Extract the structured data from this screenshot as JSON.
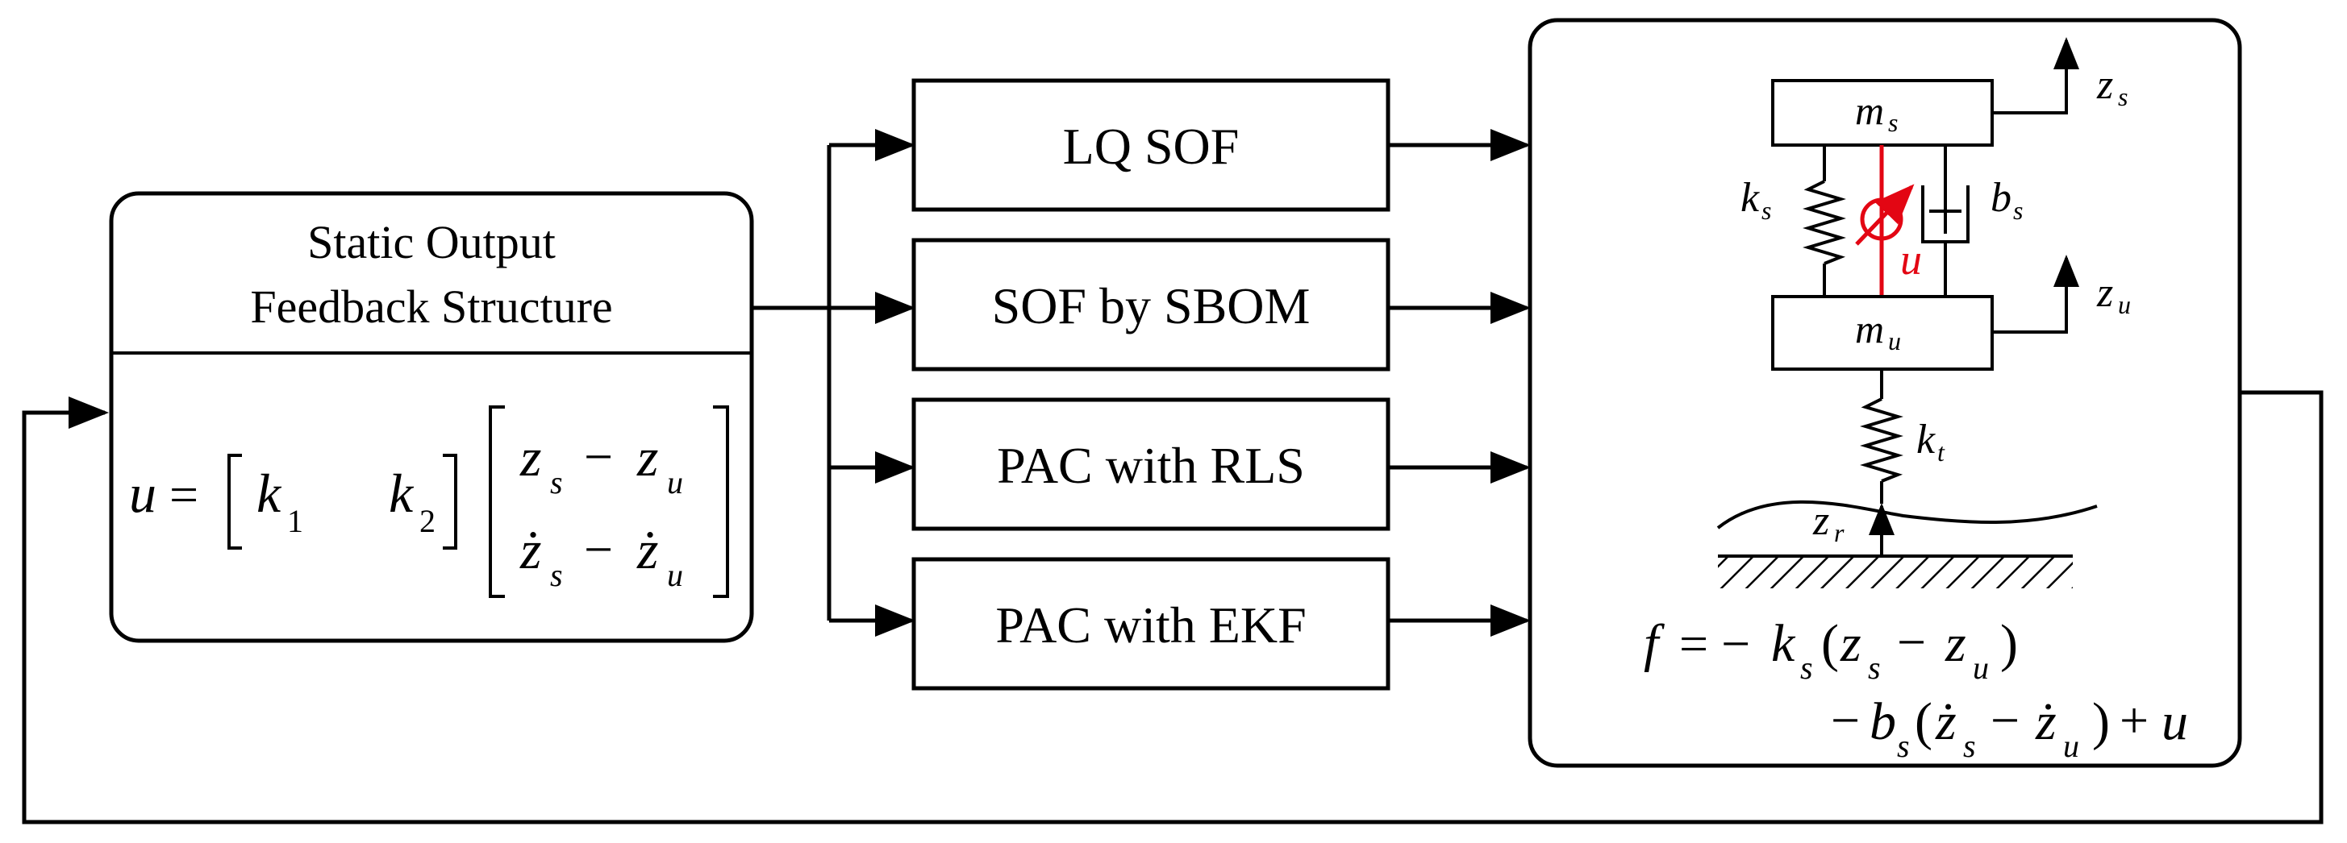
{
  "sof_block": {
    "title_line1": "Static Output",
    "title_line2": "Feedback Structure",
    "eq_u": "u",
    "eq_equals": "=",
    "eq_k1": "k",
    "eq_k1_sub": "1",
    "eq_k2": "k",
    "eq_k2_sub": "2",
    "eq_r1_a": "z",
    "eq_r1_a_sub": "s",
    "eq_r1_minus": "−",
    "eq_r1_b": "z",
    "eq_r1_b_sub": "u",
    "eq_r2_a": "ż",
    "eq_r2_a_sub": "s",
    "eq_r2_minus": "−",
    "eq_r2_b": "ż",
    "eq_r2_b_sub": "u"
  },
  "controllers": [
    {
      "label": "LQ SOF"
    },
    {
      "label": "SOF by SBOM"
    },
    {
      "label": "PAC with RLS"
    },
    {
      "label": "PAC with EKF"
    }
  ],
  "plant": {
    "ms": "m",
    "ms_sub": "s",
    "mu": "m",
    "mu_sub": "u",
    "ks": "k",
    "ks_sub": "s",
    "bs": "b",
    "bs_sub": "s",
    "kt": "k",
    "kt_sub": "t",
    "zs": "z",
    "zs_sub": "s",
    "zu": "z",
    "zu_sub": "u",
    "zr": "z",
    "zr_sub": "r",
    "u_label": "u",
    "f_line1": {
      "f": "f",
      "eq": "= −",
      "k": "k",
      "k_sub": "s",
      "open": "(",
      "za": "z",
      "za_sub": "s",
      "minus": "−",
      "zb": "z",
      "zb_sub": "u",
      "close": ")"
    },
    "f_line2": {
      "lead": "−",
      "b": "b",
      "b_sub": "s",
      "open": "(",
      "za": "ż",
      "za_sub": "s",
      "minus": "−",
      "zb": "ż",
      "zb_sub": "u",
      "close": ")",
      "plus": "+",
      "u": "u"
    }
  },
  "colors": {
    "line": "#000000",
    "actuator": "#e30613",
    "ground_hatch": "#000000"
  }
}
